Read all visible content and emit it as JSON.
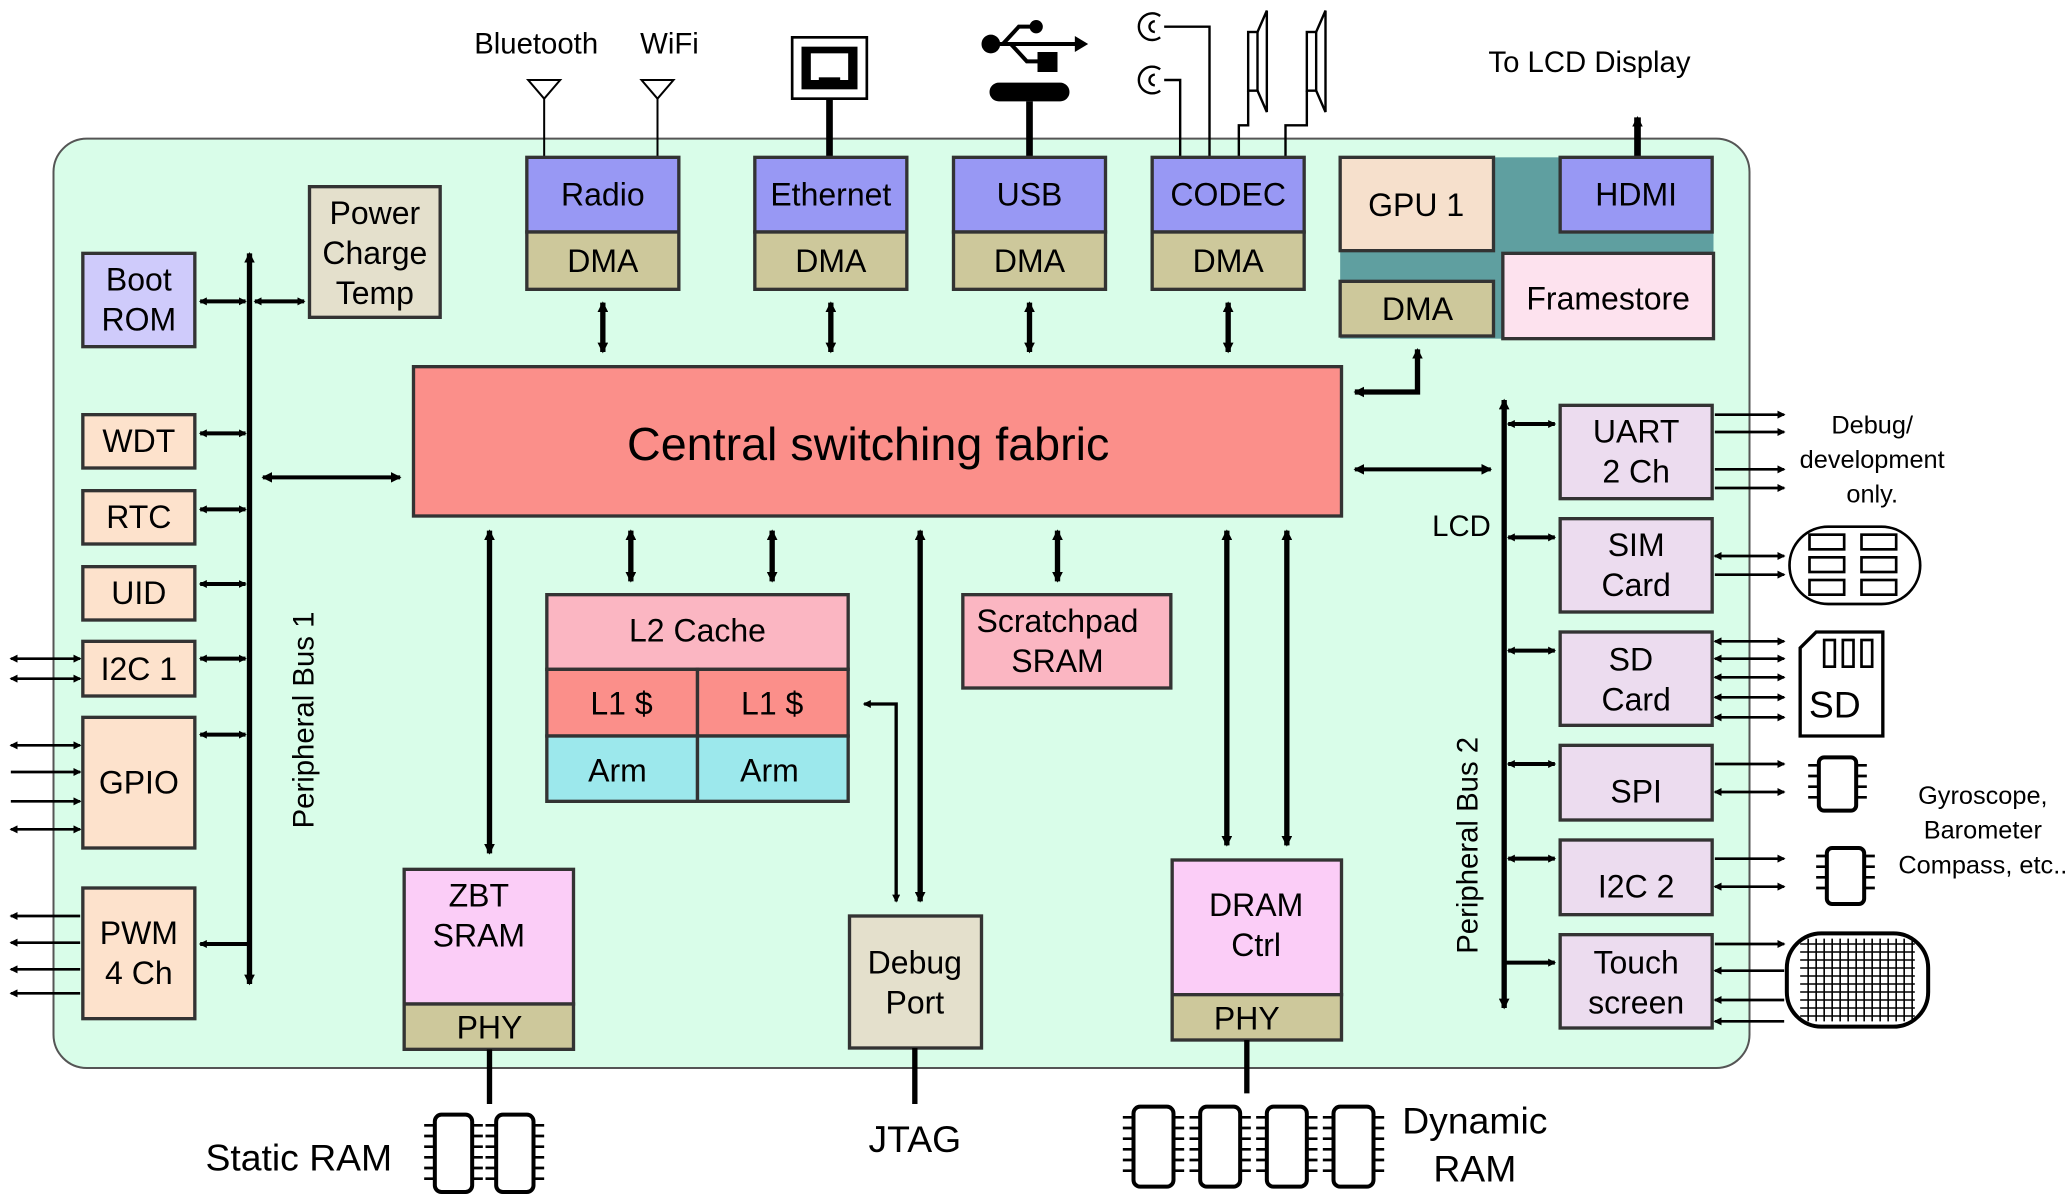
{
  "external": {
    "bluetooth": "Bluetooth",
    "wifi": "WiFi",
    "to_lcd": "To LCD Display",
    "debug_dev": [
      "Debug/",
      "development",
      "only."
    ],
    "sensors": [
      "Gyroscope,",
      "Barometer",
      "Compass, etc.."
    ],
    "static_ram": "Static RAM",
    "jtag": "JTAG",
    "dynamic_ram": [
      "Dynamic",
      "RAM"
    ],
    "sd_glyph": "SD"
  },
  "top_peripherals": {
    "radio": "Radio",
    "ethernet": "Ethernet",
    "usb": "USB",
    "codec": "CODEC",
    "dma": "DMA",
    "gpu": "GPU 1",
    "hdmi": "HDMI",
    "framestore": "Framestore"
  },
  "fabric": "Central switching fabric",
  "bus1": {
    "label": "Peripheral Bus 1",
    "boot_rom": [
      "Boot",
      "ROM"
    ],
    "power": [
      "Power",
      "Charge",
      "Temp"
    ],
    "wdt": "WDT",
    "rtc": "RTC",
    "uid": "UID",
    "i2c1": "I2C 1",
    "gpio": "GPIO",
    "pwm": [
      "PWM",
      "4 Ch"
    ]
  },
  "bus2": {
    "label": "Peripheral Bus 2",
    "lcd": "LCD",
    "uart": [
      "UART",
      "2 Ch"
    ],
    "sim": [
      "SIM",
      "Card"
    ],
    "sd": [
      "SD",
      "Card"
    ],
    "spi": "SPI",
    "i2c2": "I2C 2",
    "touch": [
      "Touch",
      "screen"
    ]
  },
  "core": {
    "l2": "L2 Cache",
    "l1": "L1 $",
    "arm": "Arm",
    "scratchpad": [
      "Scratchpad",
      "SRAM"
    ],
    "zbt": [
      "ZBT",
      "SRAM"
    ],
    "phy": "PHY",
    "debug": [
      "Debug",
      "Port"
    ],
    "dram": [
      "DRAM",
      "Ctrl"
    ]
  },
  "colors": {
    "chip_bg": "#d9fde9",
    "fabric": "#fb8f8a",
    "dma": "#cdc89b",
    "io_blue": "#9898f4",
    "bus_peripheral": "#fde2cc",
    "bus2_peripheral": "#ecdcef",
    "cache": "#fbb6c2",
    "arm": "#9ce8ec",
    "pink_mem": "#fbcdf7",
    "teal": "#5f9fa0"
  }
}
